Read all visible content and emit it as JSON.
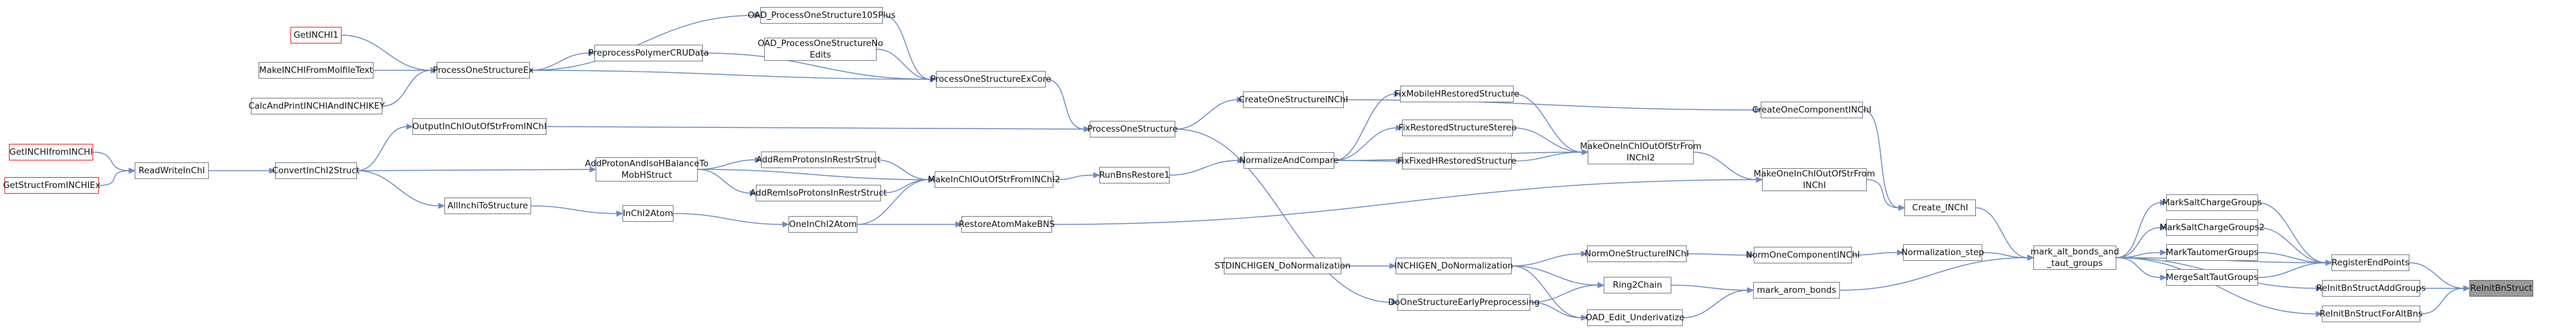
{
  "graph": {
    "colors": {
      "edge": "#6b8bc4",
      "node_border": "#6f7a86",
      "missing_doc_border": "#e0201f",
      "root_fill": "#999999"
    },
    "nodes": [
      {
        "id": "ReInitBnStruct",
        "label": "ReInitBnStruct",
        "style": "root"
      },
      {
        "id": "RegisterEndPoints",
        "label": "RegisterEndPoints"
      },
      {
        "id": "ReInitBnStructAddGroups",
        "label": "ReInitBnStructAddGroups"
      },
      {
        "id": "ReInitBnStructForAltBns",
        "label": "ReInitBnStructForAltBns"
      },
      {
        "id": "MarkSaltChargeGroups",
        "label": "MarkSaltChargeGroups"
      },
      {
        "id": "MarkSaltChargeGroups2",
        "label": "MarkSaltChargeGroups2"
      },
      {
        "id": "MarkTautomerGroups",
        "label": "MarkTautomerGroups"
      },
      {
        "id": "MergeSaltTautGroups",
        "label": "MergeSaltTautGroups"
      },
      {
        "id": "mark_alt_bonds",
        "label": "mark_alt_bonds_and\n_taut_groups"
      },
      {
        "id": "Create_INChI",
        "label": "Create_INChI"
      },
      {
        "id": "Normalization_step",
        "label": "Normalization_step"
      },
      {
        "id": "mark_arom_bonds",
        "label": "mark_arom_bonds"
      },
      {
        "id": "CreateOneComponentINChI",
        "label": "CreateOneComponentINChI"
      },
      {
        "id": "MakeOneInChIOutOfStrFromINChI",
        "label": "MakeOneInChIOutOfStrFrom\nINChI"
      },
      {
        "id": "NormOneComponentINChI",
        "label": "NormOneComponentINChI"
      },
      {
        "id": "Ring2Chain",
        "label": "Ring2Chain"
      },
      {
        "id": "OAD_Edit_Underivatize",
        "label": "OAD_Edit_Underivatize"
      },
      {
        "id": "CreateOneStructureINChI",
        "label": "CreateOneStructureINChI"
      },
      {
        "id": "MakeOneInChIOutOfStrFromINChI2",
        "label": "MakeOneInChIOutOfStrFrom\nINChI2"
      },
      {
        "id": "NormOneStructureINChI",
        "label": "NormOneStructureINChI"
      },
      {
        "id": "INCHIGEN_DoNormalization",
        "label": "INCHIGEN_DoNormalization"
      },
      {
        "id": "DoOneStructureEarlyPreprocessing",
        "label": "DoOneStructureEarlyPreprocessing"
      },
      {
        "id": "FixMobileHRestoredStructure",
        "label": "FixMobileHRestoredStructure"
      },
      {
        "id": "FixRestoredStructureStereo",
        "label": "FixRestoredStructureStereo"
      },
      {
        "id": "FixFixedHRestoredStructure",
        "label": "FixFixedHRestoredStructure"
      },
      {
        "id": "STDINCHIGEN_DoNormalization",
        "label": "STDINCHIGEN_DoNormalization"
      },
      {
        "id": "NormalizeAndCompare",
        "label": "NormalizeAndCompare"
      },
      {
        "id": "ProcessOneStructure",
        "label": "ProcessOneStructure"
      },
      {
        "id": "RunBnsRestore1",
        "label": "RunBnsRestore1"
      },
      {
        "id": "RestoreAtomMakeBNS",
        "label": "RestoreAtomMakeBNS"
      },
      {
        "id": "ProcessOneStructureExCore",
        "label": "ProcessOneStructureExCore"
      },
      {
        "id": "MakeInChIOutOfStrFromINChI2",
        "label": "MakeInChIOutOfStrFromINChI2"
      },
      {
        "id": "OneInChI2Atom",
        "label": "OneInChI2Atom"
      },
      {
        "id": "OAD_ProcessOneStructure105Plus",
        "label": "OAD_ProcessOneStructure105Plus"
      },
      {
        "id": "OAD_ProcessOneStructureNoEdits",
        "label": "OAD_ProcessOneStructureNo\nEdits"
      },
      {
        "id": "PreprocessPolymerCRUData",
        "label": "PreprocessPolymerCRUData"
      },
      {
        "id": "AddRemProtonsInRestrStruct",
        "label": "AddRemProtonsInRestrStruct"
      },
      {
        "id": "AddRemIsoProtonsInRestrStruct",
        "label": "AddRemIsoProtonsInRestrStruct"
      },
      {
        "id": "AddProtonAndIsoHBalanceToMobHStruct",
        "label": "AddProtonAndIsoHBalanceTo\nMobHStruct"
      },
      {
        "id": "InChI2Atom",
        "label": "InChI2Atom"
      },
      {
        "id": "ProcessOneStructureEx",
        "label": "ProcessOneStructureEx"
      },
      {
        "id": "OutputInChIOutOfStrFromINChI",
        "label": "OutputInChIOutOfStrFromINChI"
      },
      {
        "id": "ConvertInChI2Struct",
        "label": "ConvertInChI2Struct"
      },
      {
        "id": "AllInchiToStructure",
        "label": "AllInchiToStructure"
      },
      {
        "id": "GetINCHI1",
        "label": "GetINCHI1",
        "style": "red"
      },
      {
        "id": "MakeINCHIFromMolfileText",
        "label": "MakeINCHIFromMolfileText"
      },
      {
        "id": "CalcAndPrintINCHIAndINCHIKEY",
        "label": "CalcAndPrintINCHIAndINCHIKEY"
      },
      {
        "id": "ReadWriteInChI",
        "label": "ReadWriteInChI"
      },
      {
        "id": "GetINCHIfromINCHI",
        "label": "GetINCHIfromINCHI",
        "style": "red"
      },
      {
        "id": "GetStructFromINCHIEx",
        "label": "GetStructFromINCHIEx",
        "style": "red"
      }
    ],
    "edges": [
      [
        "RegisterEndPoints",
        "ReInitBnStruct"
      ],
      [
        "ReInitBnStructAddGroups",
        "ReInitBnStruct"
      ],
      [
        "ReInitBnStructForAltBns",
        "ReInitBnStruct"
      ],
      [
        "MarkSaltChargeGroups",
        "RegisterEndPoints"
      ],
      [
        "MarkSaltChargeGroups2",
        "RegisterEndPoints"
      ],
      [
        "MarkTautomerGroups",
        "RegisterEndPoints"
      ],
      [
        "MergeSaltTautGroups",
        "RegisterEndPoints"
      ],
      [
        "mark_alt_bonds",
        "RegisterEndPoints"
      ],
      [
        "mark_alt_bonds",
        "ReInitBnStructAddGroups"
      ],
      [
        "mark_alt_bonds",
        "ReInitBnStructForAltBns"
      ],
      [
        "mark_alt_bonds",
        "MarkSaltChargeGroups"
      ],
      [
        "mark_alt_bonds",
        "MarkSaltChargeGroups2"
      ],
      [
        "mark_alt_bonds",
        "MarkTautomerGroups"
      ],
      [
        "mark_alt_bonds",
        "MergeSaltTautGroups"
      ],
      [
        "Create_INChI",
        "mark_alt_bonds"
      ],
      [
        "Normalization_step",
        "mark_alt_bonds"
      ],
      [
        "mark_arom_bonds",
        "mark_alt_bonds"
      ],
      [
        "CreateOneComponentINChI",
        "Create_INChI"
      ],
      [
        "MakeOneInChIOutOfStrFromINChI",
        "Create_INChI"
      ],
      [
        "NormOneComponentINChI",
        "Normalization_step"
      ],
      [
        "Ring2Chain",
        "mark_arom_bonds"
      ],
      [
        "OAD_Edit_Underivatize",
        "mark_arom_bonds"
      ],
      [
        "CreateOneStructureINChI",
        "CreateOneComponentINChI"
      ],
      [
        "MakeOneInChIOutOfStrFromINChI2",
        "MakeOneInChIOutOfStrFromINChI"
      ],
      [
        "NormOneStructureINChI",
        "NormOneComponentINChI"
      ],
      [
        "INCHIGEN_DoNormalization",
        "NormOneStructureINChI"
      ],
      [
        "INCHIGEN_DoNormalization",
        "Ring2Chain"
      ],
      [
        "INCHIGEN_DoNormalization",
        "OAD_Edit_Underivatize"
      ],
      [
        "DoOneStructureEarlyPreprocessing",
        "Ring2Chain"
      ],
      [
        "DoOneStructureEarlyPreprocessing",
        "OAD_Edit_Underivatize"
      ],
      [
        "FixMobileHRestoredStructure",
        "MakeOneInChIOutOfStrFromINChI2"
      ],
      [
        "FixRestoredStructureStereo",
        "MakeOneInChIOutOfStrFromINChI2"
      ],
      [
        "FixFixedHRestoredStructure",
        "MakeOneInChIOutOfStrFromINChI2"
      ],
      [
        "NormalizeAndCompare",
        "MakeOneInChIOutOfStrFromINChI2"
      ],
      [
        "STDINCHIGEN_DoNormalization",
        "INCHIGEN_DoNormalization"
      ],
      [
        "ProcessOneStructure",
        "CreateOneStructureINChI"
      ],
      [
        "ProcessOneStructure",
        "DoOneStructureEarlyPreprocessing"
      ],
      [
        "NormalizeAndCompare",
        "FixMobileHRestoredStructure"
      ],
      [
        "NormalizeAndCompare",
        "FixRestoredStructureStereo"
      ],
      [
        "NormalizeAndCompare",
        "FixFixedHRestoredStructure"
      ],
      [
        "RunBnsRestore1",
        "NormalizeAndCompare"
      ],
      [
        "RestoreAtomMakeBNS",
        "MakeOneInChIOutOfStrFromINChI"
      ],
      [
        "ProcessOneStructureExCore",
        "ProcessOneStructure"
      ],
      [
        "MakeInChIOutOfStrFromINChI2",
        "RunBnsRestore1"
      ],
      [
        "OneInChI2Atom",
        "RestoreAtomMakeBNS"
      ],
      [
        "OAD_ProcessOneStructure105Plus",
        "ProcessOneStructureExCore"
      ],
      [
        "OAD_ProcessOneStructureNoEdits",
        "ProcessOneStructureExCore"
      ],
      [
        "ProcessOneStructureEx",
        "ProcessOneStructureExCore"
      ],
      [
        "PreprocessPolymerCRUData",
        "ProcessOneStructureExCore"
      ],
      [
        "AddRemProtonsInRestrStruct",
        "MakeInChIOutOfStrFromINChI2"
      ],
      [
        "AddRemIsoProtonsInRestrStruct",
        "MakeInChIOutOfStrFromINChI2"
      ],
      [
        "AddProtonAndIsoHBalanceToMobHStruct",
        "MakeInChIOutOfStrFromINChI2"
      ],
      [
        "OneInChI2Atom",
        "MakeInChIOutOfStrFromINChI2"
      ],
      [
        "InChI2Atom",
        "OneInChI2Atom"
      ],
      [
        "ProcessOneStructureEx",
        "OAD_ProcessOneStructure105Plus"
      ],
      [
        "ProcessOneStructureEx",
        "PreprocessPolymerCRUData"
      ],
      [
        "AddProtonAndIsoHBalanceToMobHStruct",
        "AddRemProtonsInRestrStruct"
      ],
      [
        "AddProtonAndIsoHBalanceToMobHStruct",
        "AddRemIsoProtonsInRestrStruct"
      ],
      [
        "ConvertInChI2Struct",
        "AddProtonAndIsoHBalanceToMobHStruct"
      ],
      [
        "AllInchiToStructure",
        "InChI2Atom"
      ],
      [
        "OutputInChIOutOfStrFromINChI",
        "ProcessOneStructure"
      ],
      [
        "GetINCHI1",
        "ProcessOneStructureEx"
      ],
      [
        "MakeINCHIFromMolfileText",
        "ProcessOneStructureEx"
      ],
      [
        "CalcAndPrintINCHIAndINCHIKEY",
        "ProcessOneStructureEx"
      ],
      [
        "ConvertInChI2Struct",
        "OutputInChIOutOfStrFromINChI"
      ],
      [
        "ConvertInChI2Struct",
        "AllInchiToStructure"
      ],
      [
        "ReadWriteInChI",
        "ConvertInChI2Struct"
      ],
      [
        "GetINCHIfromINCHI",
        "ReadWriteInChI"
      ],
      [
        "GetStructFromINCHIEx",
        "ReadWriteInChI"
      ]
    ]
  }
}
